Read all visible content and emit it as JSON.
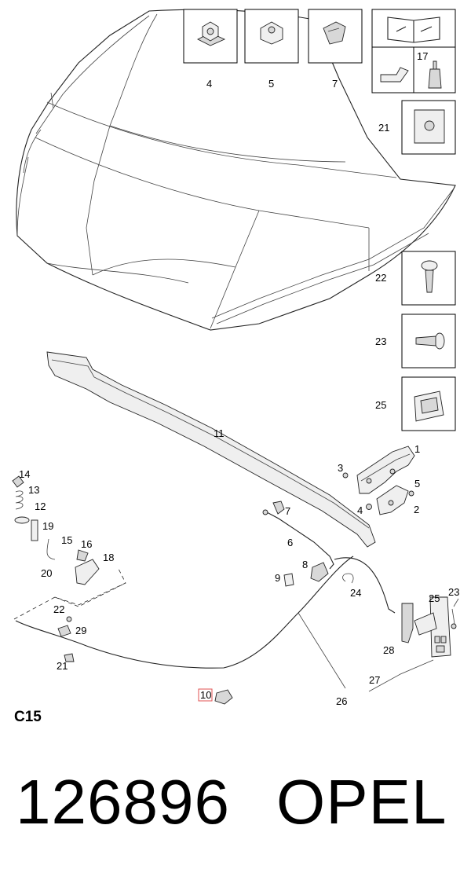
{
  "diagram": {
    "section_code": "C15",
    "footer": {
      "part_number": "126896",
      "brand": "OPEL"
    },
    "callouts": {
      "c1": "1",
      "c2": "2",
      "c3": "3",
      "c4": "4",
      "c5": "5",
      "c6": "6",
      "c7": "7",
      "c8": "8",
      "c9": "9",
      "c10": "10",
      "c11": "11",
      "c12": "12",
      "c13": "13",
      "c14": "14",
      "c15": "15",
      "c16": "16",
      "c17": "17",
      "c18": "18",
      "c19": "19",
      "c20": "20",
      "c21": "21",
      "c22": "22",
      "c23": "23",
      "c24": "24",
      "c25": "25",
      "c26": "26",
      "c27": "27",
      "c28": "28",
      "c29": "29"
    },
    "highlight_color": "#e05050",
    "icons": [
      "repair-manual-icon",
      "oil-can-icon",
      "lubricant-bottle-icon"
    ]
  }
}
